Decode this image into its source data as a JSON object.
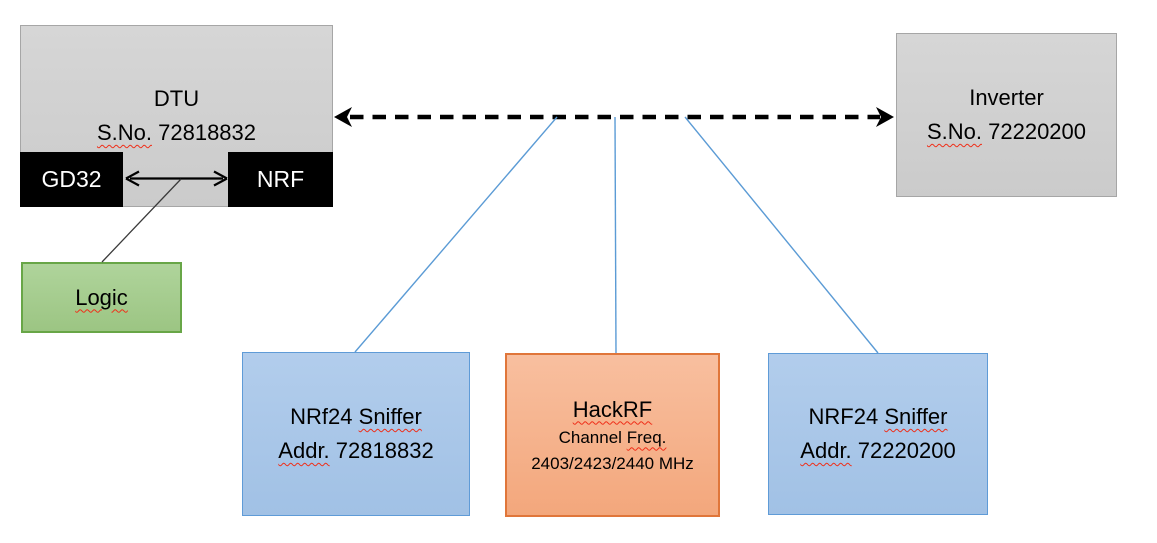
{
  "colors": {
    "gray_fill": "#d2d2d2",
    "gray_border": "#a6a6a6",
    "chip_fill": "#000000",
    "chip_text": "#ffffff",
    "green_fill": "#a5cb8d",
    "green_border": "#68a647",
    "blue_fill": "#a9c6e8",
    "blue_border": "#5f9bd7",
    "orange_fill": "#f5b08a",
    "orange_border": "#e0763a",
    "connector_blue": "#5b9bd5",
    "arrow_black": "#000000",
    "spellcheck_red": "#ef2e18"
  },
  "nodes": {
    "dtu": {
      "title": "DTU",
      "serial_label": "S.No.",
      "serial_number": "72818832"
    },
    "gd32": {
      "label": "GD32"
    },
    "nrf": {
      "label": "NRF"
    },
    "logic": {
      "label": "Logic"
    },
    "inverter": {
      "title": "Inverter",
      "serial_label": "S.No.",
      "serial_number": "72220200"
    },
    "sniffer_left": {
      "title_prefix": "NRf24",
      "title_word": "Sniffer",
      "addr_label": "Addr.",
      "addr_number": "72818832"
    },
    "hackrf": {
      "title": "HackRF",
      "subtitle_word1": "Channel",
      "subtitle_word2": "Freq.",
      "frequencies": "2403/2423/2440 MHz"
    },
    "sniffer_right": {
      "title_prefix": "NRF24",
      "title_word": "Sniffer",
      "addr_label": "Addr.",
      "addr_number": "72220200"
    }
  }
}
